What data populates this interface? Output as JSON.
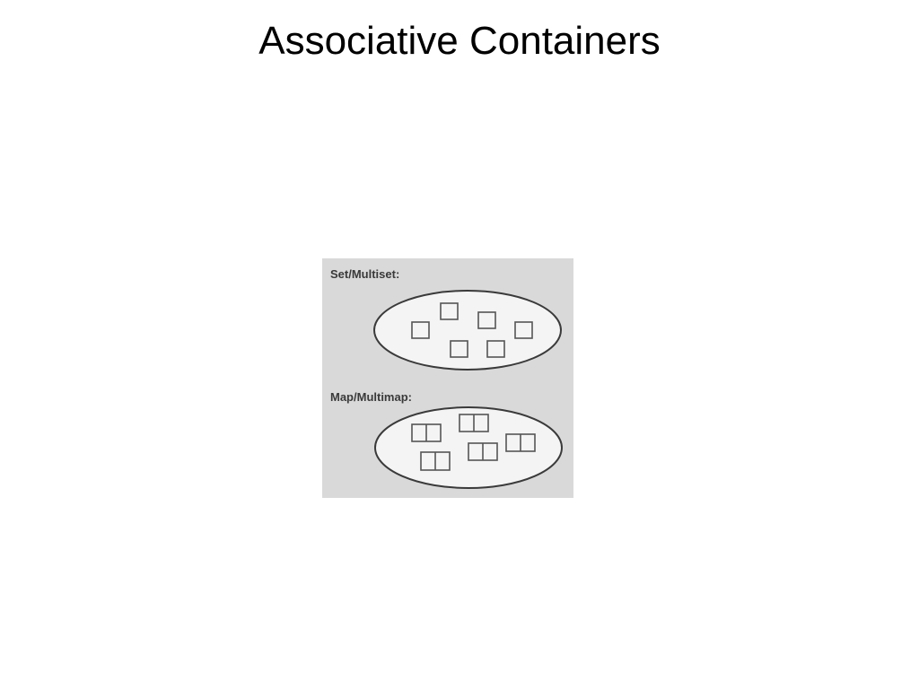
{
  "slide": {
    "title": "Associative Containers"
  },
  "figure": {
    "set_label": "Set/Multiset:",
    "map_label": "Map/Multimap:",
    "background_color": "#d9d9d9",
    "ellipse_fill": "#f4f4f4",
    "stroke_color": "#3a3a3a"
  }
}
